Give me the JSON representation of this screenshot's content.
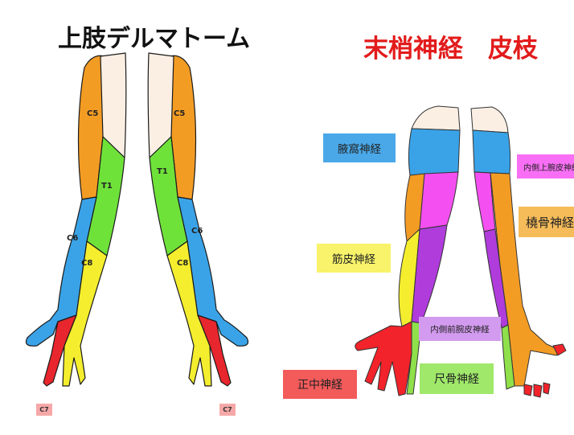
{
  "left_panel": {
    "title": "上肢デルマトーム",
    "segments": [
      "C5",
      "T1",
      "C6",
      "C8"
    ],
    "c7_label": "C7",
    "colors": {
      "C5": "#f39c24",
      "T1": "#6fe23a",
      "C6": "#3aa3e8",
      "C7": "#e8262d",
      "C8": "#f4ee2e",
      "skin": "#fbefe4"
    }
  },
  "right_panel": {
    "title": "末梢神経　皮枝",
    "labels": {
      "axillary": "腋窩神経",
      "medial_brachial": "内側上腕皮神経",
      "radial": "橈骨神経",
      "musculocutaneous": "筋皮神経",
      "medial_antebrachial": "内側前腕皮神経",
      "median": "正中神経",
      "ulnar": "尺骨神経"
    },
    "colors": {
      "axillary": "#3aa3e8",
      "medial_brachial": "#f44ff0",
      "radial": "#f39c24",
      "musculocutaneous": "#f4ee2e",
      "medial_antebrachial": "#b03cdc",
      "median": "#f2232a",
      "ulnar": "#8fe04a"
    }
  }
}
